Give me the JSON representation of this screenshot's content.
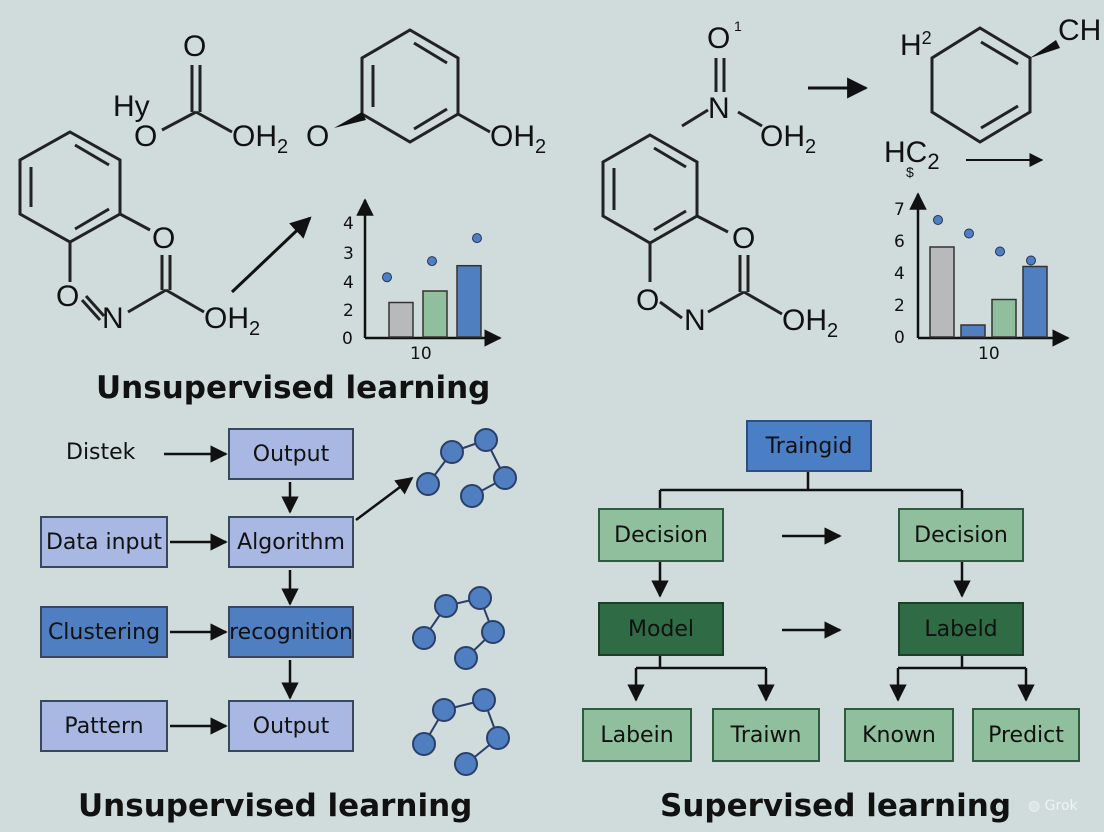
{
  "titles": {
    "mid_left": "Unsupervised learning",
    "bottom_left": "Unsupervised learning",
    "bottom_right": "Supervised learning"
  },
  "chem_left": {
    "hy": "Hy",
    "o_top": "O",
    "o_carboxyl": "O",
    "oh2_a": "OH",
    "sub_a": "2",
    "o_ring": "O",
    "oh2_b": "OH",
    "sub_b": "2",
    "o_side": "O",
    "o_n": "O",
    "n": "N",
    "oh2_c": "OH",
    "sub_c": "2"
  },
  "chem_right": {
    "o_top": "O",
    "sup1": "1",
    "n": "N",
    "oh2_a": "OH",
    "sub_a": "2",
    "h2": "H",
    "sup2": "2",
    "ch": "CH",
    "hc2": "HC",
    "sub_hc": "2",
    "dollar": "$",
    "o_side": "O",
    "o_ring": "O",
    "n2": "N",
    "oh2_b": "OH",
    "sub_b": "2"
  },
  "chart_data": [
    {
      "type": "bar",
      "y_ticks": [
        "0",
        "2",
        "4",
        "3",
        "4"
      ],
      "x_tick": "10",
      "values": [
        1.5,
        2.0,
        3.1
      ],
      "points": [
        2.6,
        3.3,
        4.3
      ],
      "colors": [
        "#b7b9bb",
        "#8fbf9c",
        "#4f7fc0"
      ]
    },
    {
      "type": "bar",
      "y_ticks": [
        "0",
        "2",
        "4",
        "6",
        "7"
      ],
      "x_tick": "10",
      "values": [
        6.0,
        0.8,
        2.5,
        4.7
      ],
      "points": [
        7.8,
        6.9,
        5.7,
        5.1
      ],
      "colors": [
        "#b7b9bb",
        "#4f7fc0",
        "#8fbf9c",
        "#4f7fc0"
      ]
    }
  ],
  "unsupervised": {
    "distek": "Distek",
    "output_top": "Output",
    "data_input": "Data input",
    "algorithm": "Algorithm",
    "clustering": "Clustering",
    "recognition": "recognition",
    "pattern": "Pattern",
    "output_bottom": "Output"
  },
  "supervised": {
    "root": "Traingid",
    "decision_left": "Decision",
    "decision_right": "Decision",
    "model": "Model",
    "labeld": "Labeld",
    "labein": "Labein",
    "traiwn": "Traiwn",
    "known": "Known",
    "predict": "Predict"
  },
  "colors": {
    "background": "#cfdcdb",
    "lilac": "#a9b8e2",
    "blue": "#4f7fc0",
    "mint": "#8fbf9c",
    "forest": "#2f6b45",
    "node": "#4f7fc0"
  },
  "watermark": "Grok"
}
